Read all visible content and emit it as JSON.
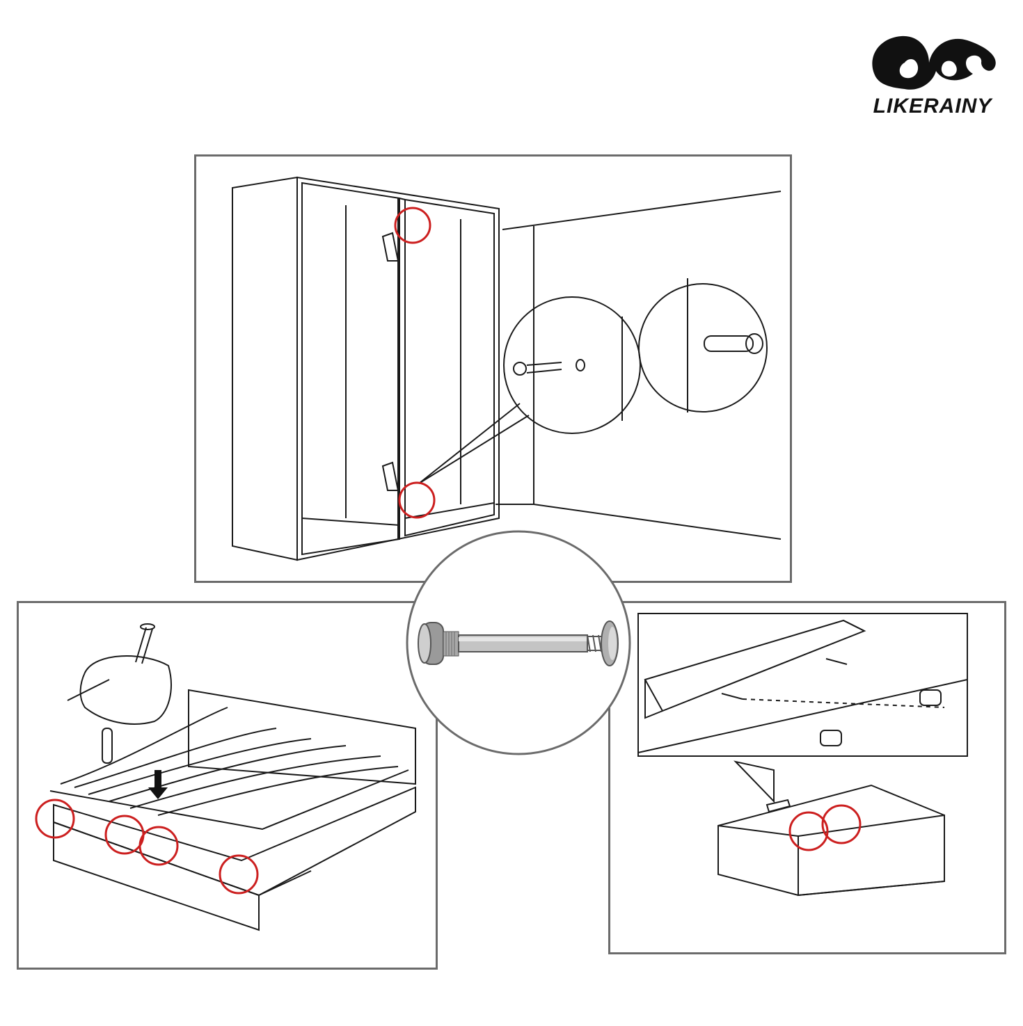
{
  "brand": {
    "name": "LIKERAINY",
    "logo_icon": "swirl-cloud-logo-icon"
  },
  "colors": {
    "line": "#1a1a1a",
    "panel_border": "#6b6b6b",
    "highlight": "#cc1f1f",
    "metal": "#b8b8b8"
  },
  "panels": [
    {
      "name": "wardrobe-panel",
      "icon": "wardrobe-assembly-icon"
    },
    {
      "name": "bed-panel",
      "icon": "bed-frame-assembly-icon"
    },
    {
      "name": "drawer-panel",
      "icon": "drawer-assembly-icon"
    }
  ],
  "product": {
    "icon": "connector-bolt-icon"
  }
}
